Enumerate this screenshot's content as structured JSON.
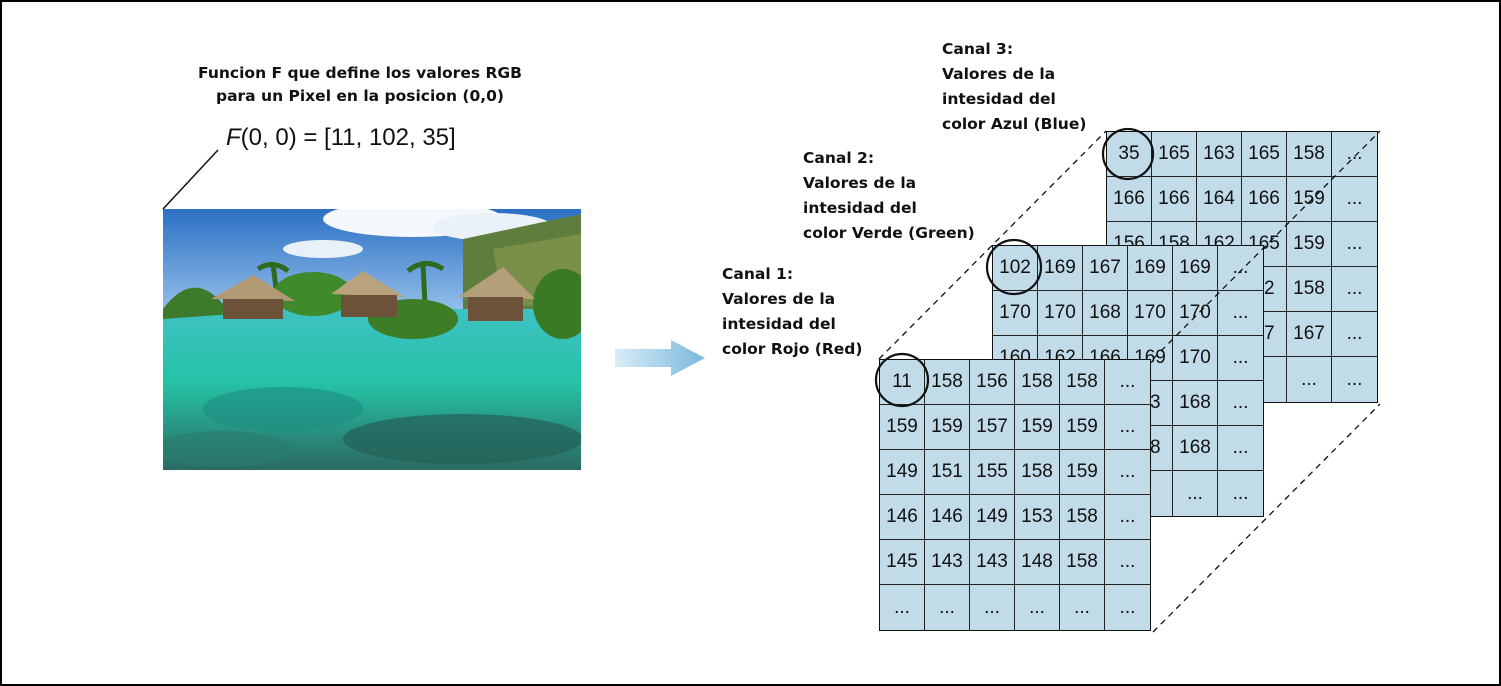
{
  "caption": {
    "line1": "Funcion F que define los valores RGB",
    "line2": "para un Pixel en la posicion (0,0)"
  },
  "formula": {
    "fn": "F",
    "rest": "(0, 0) = [11, 102, 35]"
  },
  "photo": {
    "icon": "tropical-beach-bungalows-image"
  },
  "arrow": {
    "icon": "right-arrow-icon",
    "color": "#8fc3de"
  },
  "colors": {
    "cell_fill": "#c1dbe8",
    "grid_line": "#222222"
  },
  "channels": {
    "blue": {
      "label": [
        "Canal 3:",
        "Valores de la",
        "intesidad del",
        "color Azul (Blue)"
      ],
      "rows": [
        [
          "35",
          "165",
          "163",
          "165",
          "158",
          "..."
        ],
        [
          "166",
          "166",
          "164",
          "166",
          "159",
          "..."
        ],
        [
          "156",
          "158",
          "162",
          "165",
          "159",
          "..."
        ],
        [
          "",
          "",
          "",
          "62",
          "158",
          "..."
        ],
        [
          "",
          "",
          "",
          "57",
          "167",
          "..."
        ],
        [
          "",
          "",
          "",
          "",
          "...",
          "..."
        ]
      ]
    },
    "green": {
      "label": [
        "Canal 2:",
        "Valores de la",
        "intesidad del",
        "color Verde (Green)"
      ],
      "rows": [
        [
          "102",
          "169",
          "167",
          "169",
          "169",
          "..."
        ],
        [
          "170",
          "170",
          "168",
          "170",
          "170",
          "..."
        ],
        [
          "160",
          "162",
          "166",
          "169",
          "170",
          "..."
        ],
        [
          "",
          "",
          "",
          "63",
          "168",
          "..."
        ],
        [
          "",
          "",
          "",
          "58",
          "168",
          "..."
        ],
        [
          "",
          "",
          "",
          "",
          "...",
          "..."
        ]
      ]
    },
    "red": {
      "label": [
        "Canal 1:",
        "Valores de la",
        "intesidad del",
        "color Rojo (Red)"
      ],
      "rows": [
        [
          "11",
          "158",
          "156",
          "158",
          "158",
          "..."
        ],
        [
          "159",
          "159",
          "157",
          "159",
          "159",
          "..."
        ],
        [
          "149",
          "151",
          "155",
          "158",
          "159",
          "..."
        ],
        [
          "146",
          "146",
          "149",
          "153",
          "158",
          "..."
        ],
        [
          "145",
          "143",
          "143",
          "148",
          "158",
          "..."
        ],
        [
          "...",
          "...",
          "...",
          "...",
          "...",
          "..."
        ]
      ]
    }
  }
}
